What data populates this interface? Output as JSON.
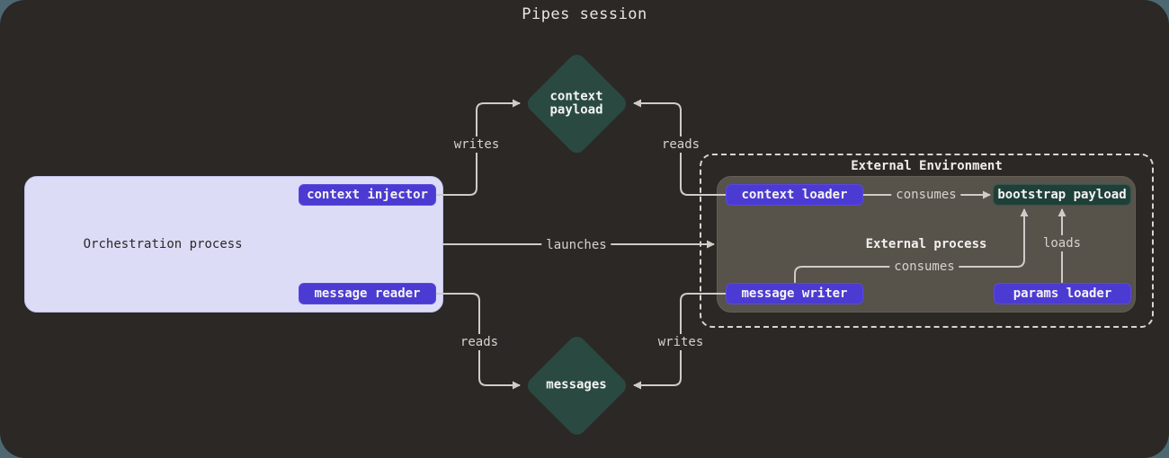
{
  "title": "Pipes session",
  "nodes": {
    "orchestration": "Orchestration process",
    "context_injector": "context injector",
    "message_reader": "message reader",
    "external_environment": "External Environment",
    "external_process": "External process",
    "context_loader": "context loader",
    "bootstrap_payload": "bootstrap payload",
    "message_writer": "message writer",
    "params_loader": "params loader",
    "context_payload": "context\npayload",
    "messages": "messages"
  },
  "edges": {
    "writes_top": "writes",
    "reads_top": "reads",
    "launches": "launches",
    "consumes_top": "consumes",
    "consumes_bottom": "consumes",
    "loads": "loads",
    "reads_bottom": "reads",
    "writes_bottom": "writes"
  },
  "colors": {
    "page_background": "#4e6872",
    "canvas_background": "#2b2826",
    "node_purple": "#4c3bd2",
    "diamond_teal": "#2a4a41",
    "bootstrap_teal": "#1f4039",
    "orchestration_fill": "#dcdcf7",
    "external_process_fill": "#57524a",
    "connector_line": "#cfccc8",
    "text_light": "#f5f4f2",
    "text_dark": "#2b2826"
  }
}
